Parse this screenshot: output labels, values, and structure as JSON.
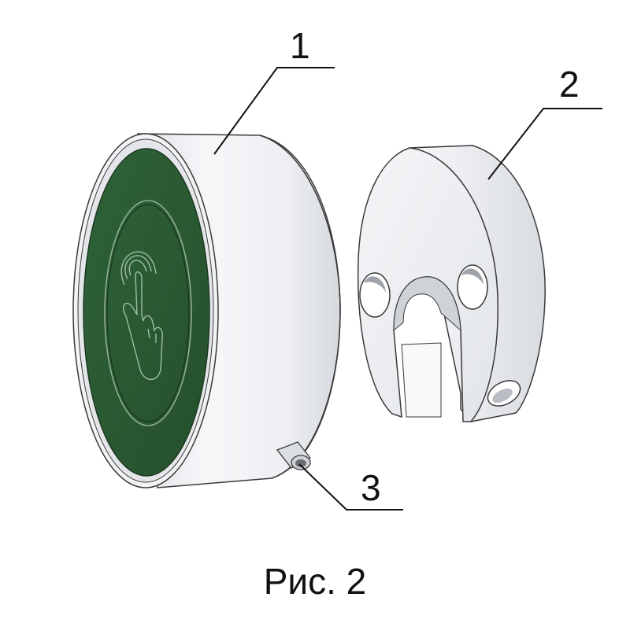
{
  "callouts": {
    "button": "1",
    "bracket": "2",
    "pin": "3"
  },
  "caption": "Рис. 2",
  "colors": {
    "face_green": "#2e5e36",
    "metal": "#eef0f3",
    "outline": "#3a3a3a"
  }
}
